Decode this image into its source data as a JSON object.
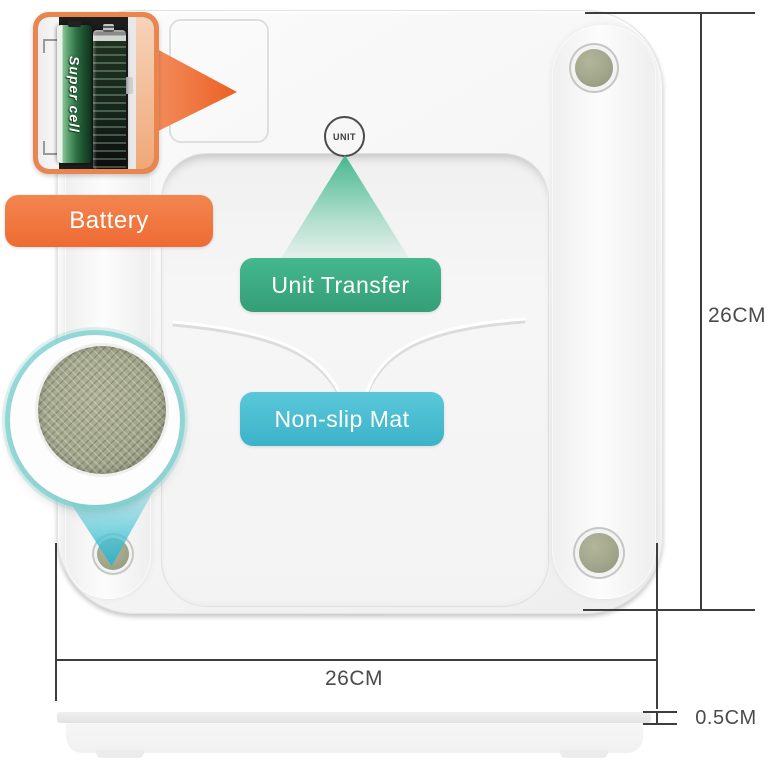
{
  "product_view": {
    "unit_button_label": "UNIT"
  },
  "annotations": {
    "battery_label": "Battery",
    "unit_transfer_label": "Unit Transfer",
    "non_slip_mat_label": "Non-slip Mat"
  },
  "battery_inset": {
    "battery_brand": "Super cell"
  },
  "dimensions": {
    "height_label": "26CM",
    "width_label": "26CM",
    "thickness_label": "0.5CM"
  },
  "colors": {
    "accent_orange": "#ee7440",
    "accent_green": "#3db189",
    "accent_cyan": "#4cc0d4",
    "magnifier_teal": "#7fd0d0",
    "foot_pad_olive": "#a2a68b"
  }
}
